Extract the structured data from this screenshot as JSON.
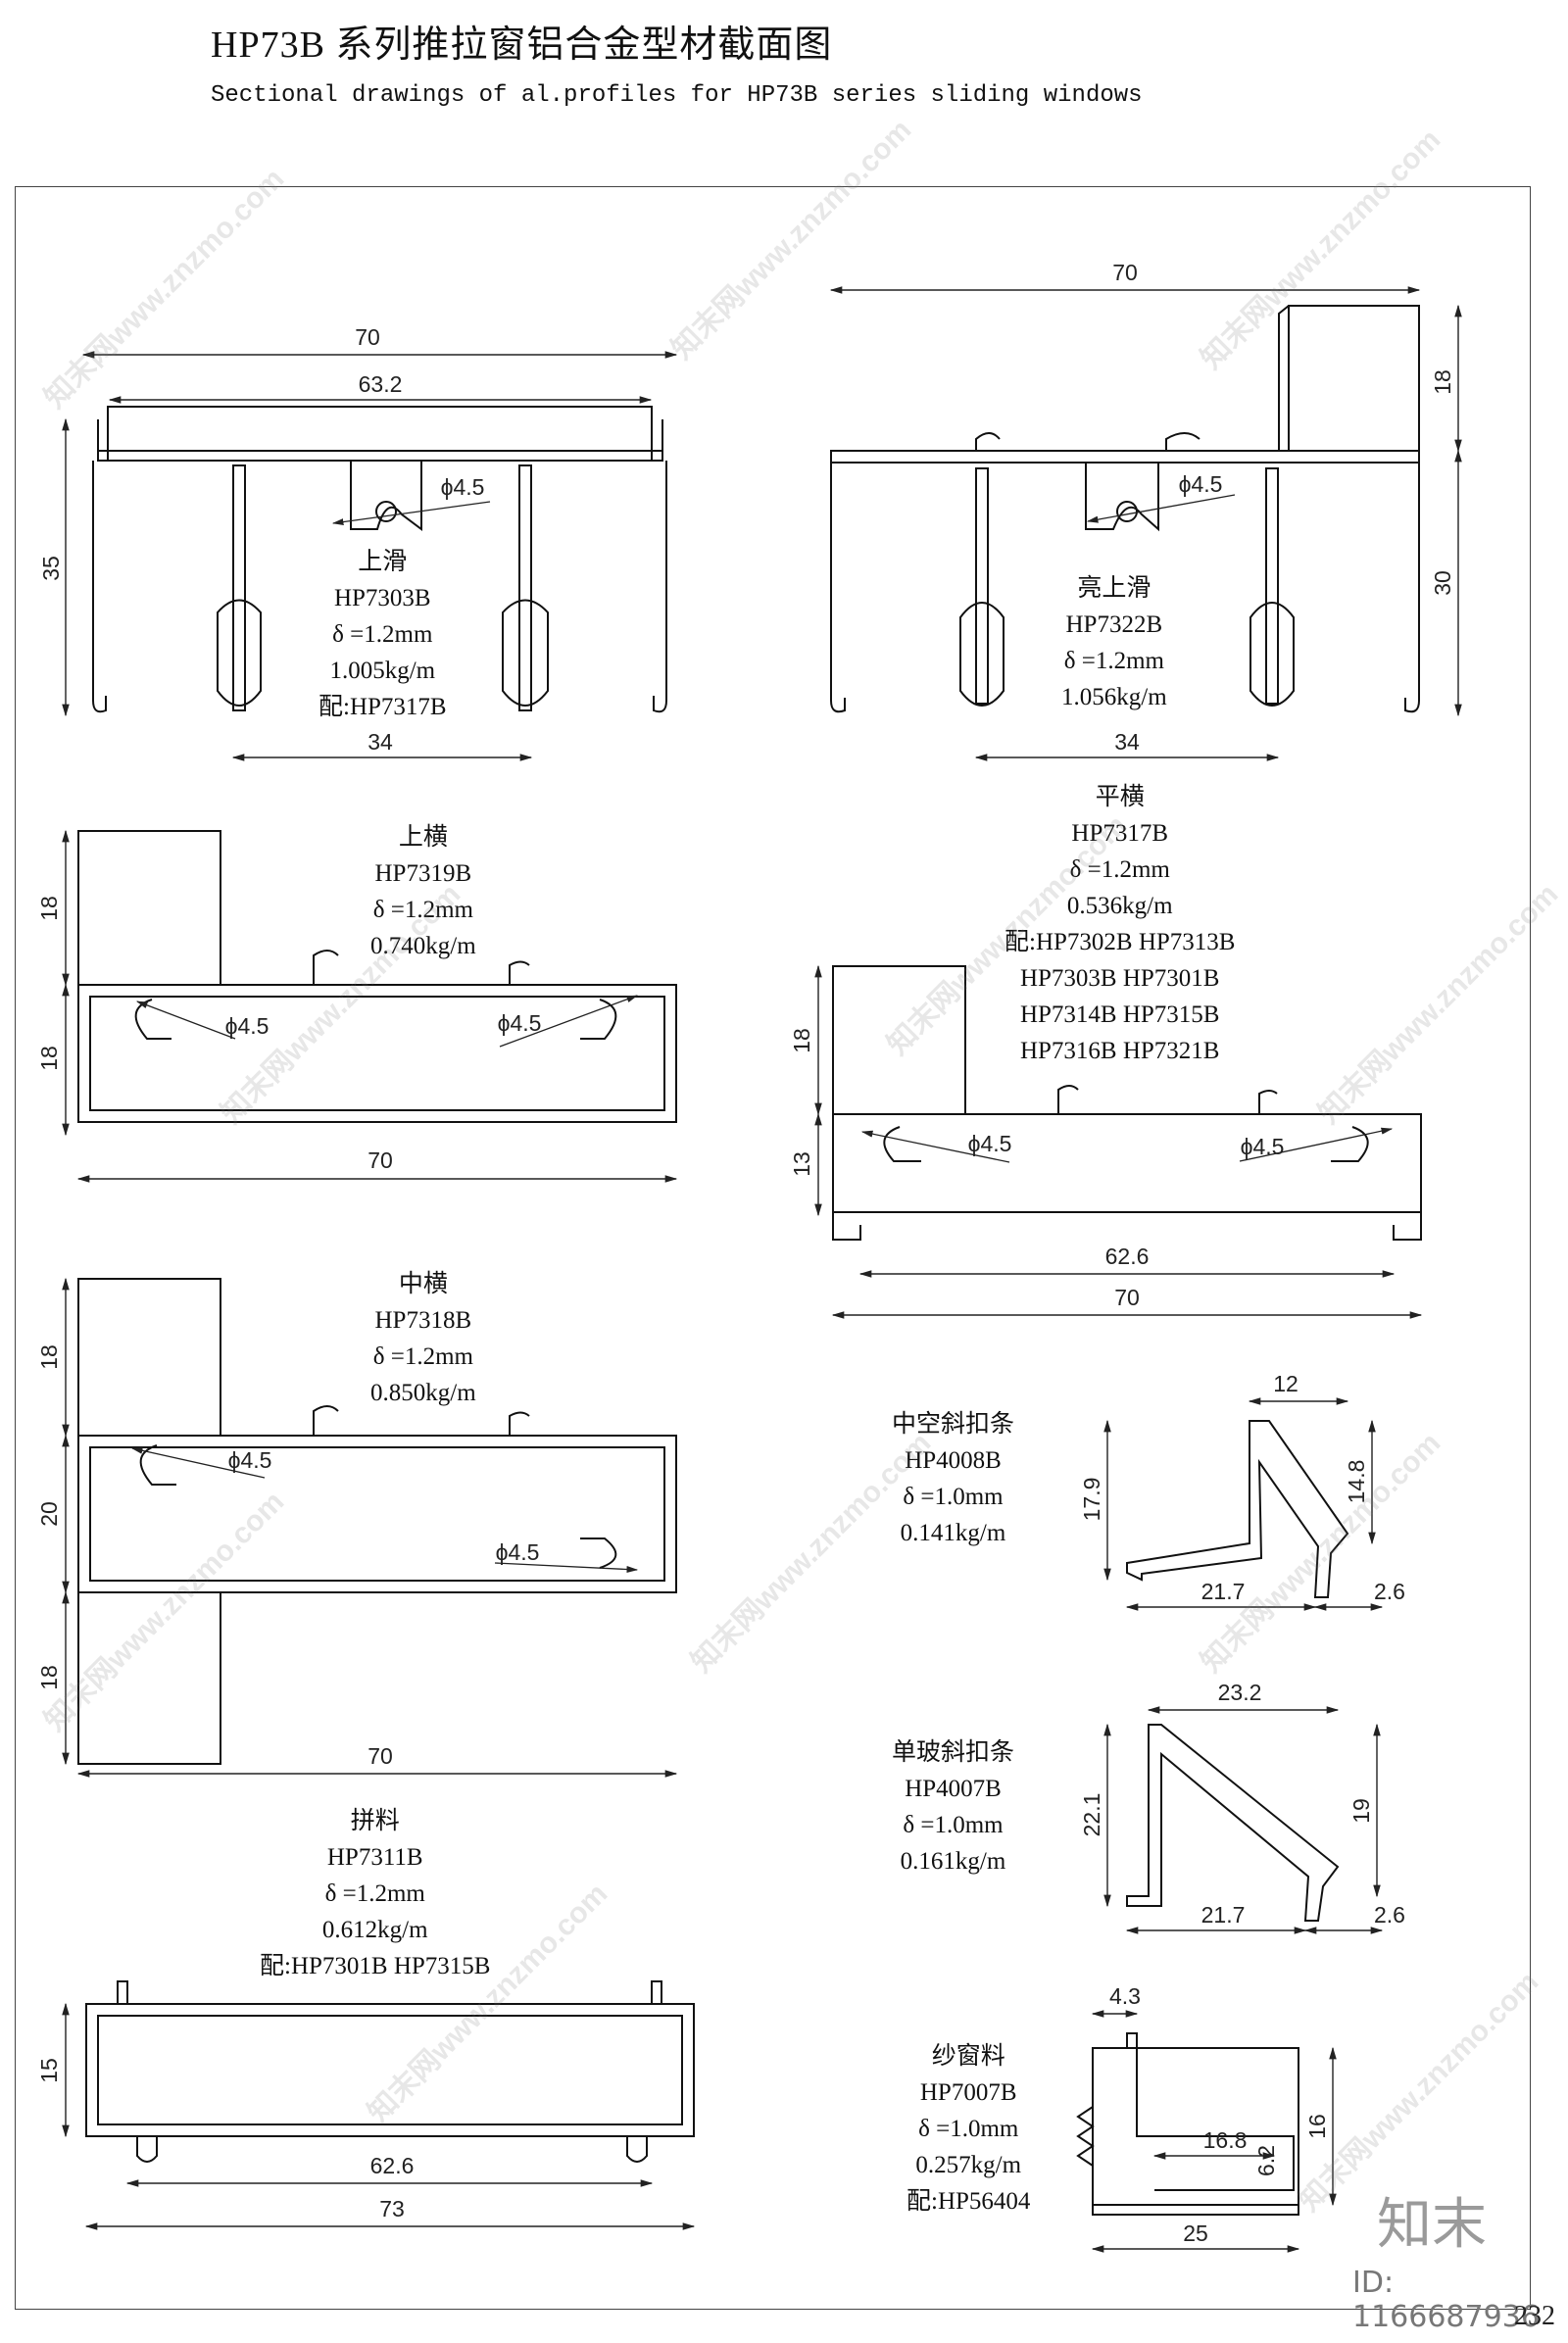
{
  "title": "HP73B  系列推拉窗铝合金型材截面图",
  "subtitle": "Sectional drawings of al.profiles for HP73B series sliding windows",
  "profiles": [
    {
      "lines": [
        "上滑",
        "HP7303B",
        "δ =1.2mm",
        "1.005kg/m",
        "配:HP7317B"
      ]
    },
    {
      "lines": [
        "亮上滑",
        "HP7322B",
        "δ =1.2mm",
        "1.056kg/m"
      ]
    },
    {
      "lines": [
        "上横",
        "HP7319B",
        "δ =1.2mm",
        "0.740kg/m"
      ]
    },
    {
      "lines": [
        "平横",
        "HP7317B",
        "δ =1.2mm",
        "0.536kg/m",
        "配:HP7302B   HP7313B",
        "HP7303B   HP7301B",
        "HP7314B   HP7315B",
        "HP7316B   HP7321B"
      ]
    },
    {
      "lines": [
        "中横",
        "HP7318B",
        "δ =1.2mm",
        "0.850kg/m"
      ]
    },
    {
      "lines": [
        "中空斜扣条",
        "HP4008B",
        "δ =1.0mm",
        "0.141kg/m"
      ]
    },
    {
      "lines": [
        "单玻斜扣条",
        "HP4007B",
        "δ =1.0mm",
        "0.161kg/m"
      ]
    },
    {
      "lines": [
        "拼料",
        "HP7311B",
        "δ =1.2mm",
        "0.612kg/m",
        "配:HP7301B   HP7315B"
      ]
    },
    {
      "lines": [
        "纱窗料",
        "HP7007B",
        "δ =1.0mm",
        "0.257kg/m",
        "配:HP56404"
      ]
    }
  ],
  "dims": {
    "d70": "70",
    "d63_2": "63.2",
    "d35": "35",
    "d34": "34",
    "d18": "18",
    "d30": "30",
    "d13": "13",
    "d62_6": "62.6",
    "d20": "20",
    "d15": "15",
    "d73": "73",
    "d12": "12",
    "d14_8": "14.8",
    "d17_9": "17.9",
    "d21_7": "21.7",
    "d2_6": "2.6",
    "d23_2": "23.2",
    "d19": "19",
    "d22_1": "22.1",
    "d4_3": "4.3",
    "d16": "16",
    "d16_8": "16.8",
    "d6_2": "6.2",
    "d25": "25",
    "phi": "ϕ4.5"
  },
  "watermark": "知末网www.znzmo.com",
  "logo": "知末",
  "id_text": "ID: 1166687936",
  "page_number": "232"
}
